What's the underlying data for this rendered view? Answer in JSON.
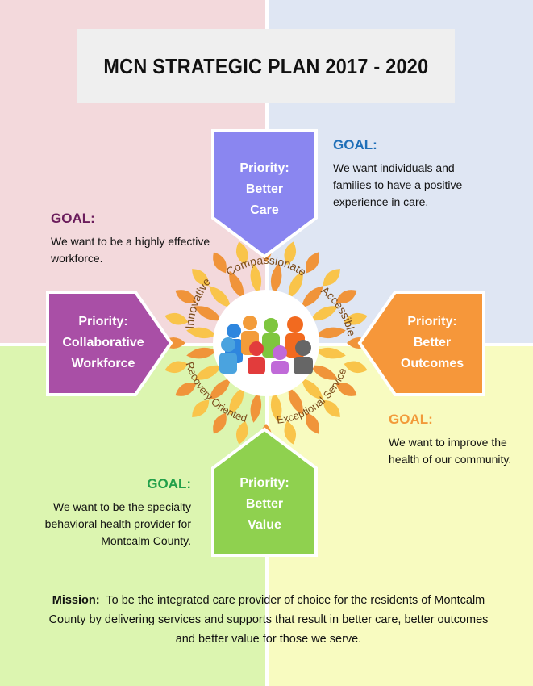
{
  "title": "MCN STRATEGIC PLAN  2017 - 2020",
  "goals": {
    "care": {
      "label": "GOAL:",
      "text": "We want individuals and families to have a positive experience in care."
    },
    "workforce": {
      "label": "GOAL:",
      "text": "We want to be a highly effective workforce."
    },
    "outcomes": {
      "label": "GOAL:",
      "text": "We want to improve the health of our community."
    },
    "value": {
      "label": "GOAL:",
      "text": "We want to be the specialty behavioral health provider for Montcalm County."
    }
  },
  "priorities": {
    "care": {
      "line1": "Priority:",
      "line2": "Better",
      "line3": "Care"
    },
    "workforce": {
      "line1": "Priority:",
      "line2": "Collaborative",
      "line3": "Workforce"
    },
    "outcomes": {
      "line1": "Priority:",
      "line2": "Better",
      "line3": "Outcomes"
    },
    "value": {
      "line1": "Priority:",
      "line2": "Better",
      "line3": "Value"
    }
  },
  "values_ring": {
    "top": "Compassionate",
    "right_top": "Accessible",
    "right_bottom": "Exceptional Service",
    "bottom": "Recovery Oriented",
    "left": "Innovative"
  },
  "mission": {
    "label": "Mission:",
    "text": "To be the integrated care provider of choice for the residents of Montcalm County by delivering services and supports that result in better care, better outcomes and better value for those we serve."
  },
  "colors": {
    "care": "#8a86f0",
    "workforce": "#a94fa6",
    "outcomes": "#f6973a",
    "value": "#8fd14f",
    "mandala_light": "#f9c44a",
    "mandala_dark": "#f0943a"
  },
  "icons": [
    "people-group-icon"
  ]
}
